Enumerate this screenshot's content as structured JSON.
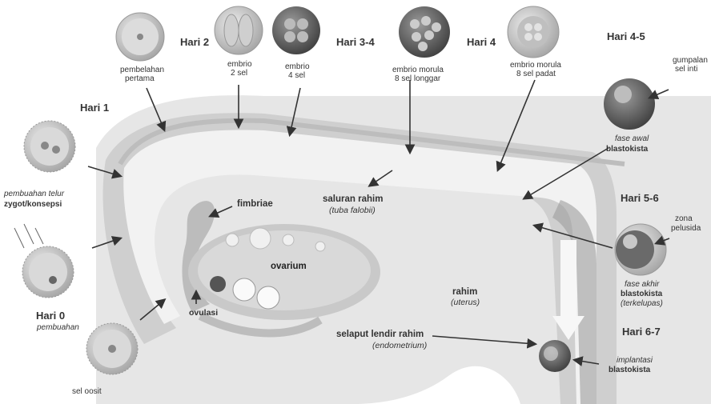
{
  "days": {
    "d0": "Hari 0",
    "d1": "Hari 1",
    "d2": "Hari 2",
    "d34": "Hari 3-4",
    "d4": "Hari 4",
    "d45": "Hari 4-5",
    "d56": "Hari 5-6",
    "d67": "Hari 6-7"
  },
  "labels": {
    "pembuahan": "pembuahan",
    "sel_oosit": "sel oosit",
    "pembuahan_telur": "pembuahan telur",
    "zygot": "zygot/konsepsi",
    "pembelahan_1": "pembelahan",
    "pembelahan_2": "pertama",
    "embrio2_1": "embrio",
    "embrio2_2": "2 sel",
    "embrio4_1": "embrio",
    "embrio4_2": "4 sel",
    "morula_l1": "embrio morula",
    "morula_l2": "8 sel longgar",
    "morula_p1": "embrio morula",
    "morula_p2": "8 sel padat",
    "gumpalan_1": "gumpalan",
    "gumpalan_2": "sel inti",
    "fase_awal": "fase awal",
    "blastokista": "blastokista",
    "zona_1": "zona",
    "zona_2": "pelusida",
    "fase_akhir": "fase akhir",
    "terkelupas": "(terkelupas)",
    "implantasi": "implantasi",
    "fimbriae": "fimbriae",
    "saluran": "saluran rahim",
    "tuba": "(tuba falobii)",
    "ovarium": "ovarium",
    "ovulasi": "ovulasi",
    "rahim": "rahim",
    "uterus": "(uterus)",
    "selaput": "selaput lendir rahim",
    "endometrium": "(endometrium)"
  }
}
